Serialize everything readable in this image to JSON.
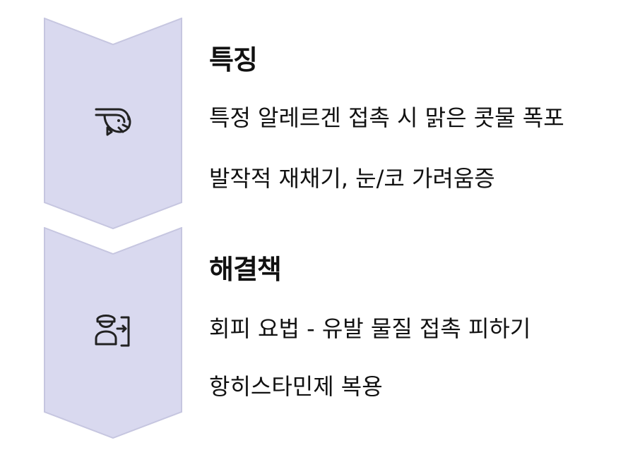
{
  "colors": {
    "chevron_fill": "#d9d9ef",
    "chevron_stroke": "#c6c6e0",
    "icon_stroke": "#222222",
    "text": "#111111"
  },
  "steps": [
    {
      "icon": "shrimp-icon",
      "title": "특징",
      "lines": [
        "특정 알레르겐 접촉 시 맑은 콧물 폭포",
        "발작적 재채기, 눈/코 가려움증"
      ]
    },
    {
      "icon": "guard-exit-icon",
      "title": "해결책",
      "lines": [
        "회피 요법 - 유발 물질 접촉 피하기",
        "항히스타민제 복용"
      ]
    }
  ]
}
